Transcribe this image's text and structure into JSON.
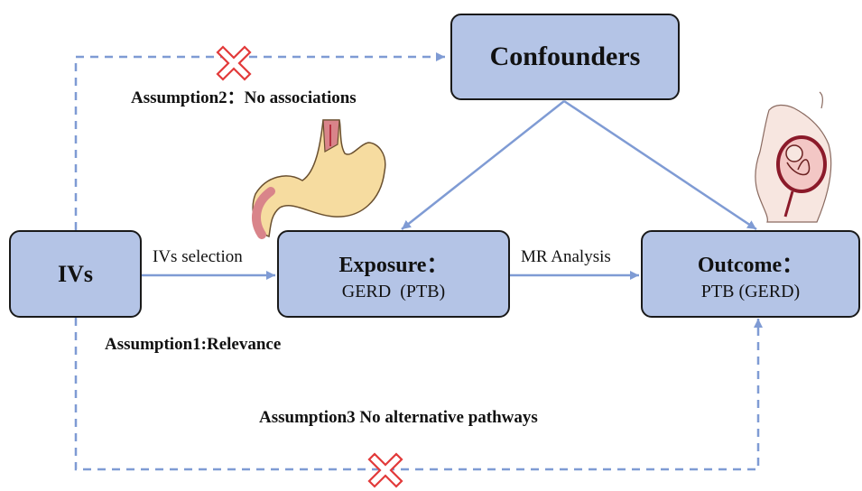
{
  "nodes": {
    "confounders": {
      "title": "Confounders"
    },
    "ivs": {
      "title": "IVs"
    },
    "exposure": {
      "title": "Exposure：",
      "subtitle": "GERD  (PTB)"
    },
    "outcome": {
      "title": "Outcome：",
      "subtitle": "PTB (GERD)"
    }
  },
  "edges": {
    "ivs_to_exposure": "IVs selection",
    "exposure_to_outcome": "MR Analysis"
  },
  "assumptions": {
    "a1": "Assumption1:Relevance",
    "a2": "Assumption2：No associations",
    "a3": "Assumption3 No alternative pathways"
  },
  "colors": {
    "node_fill": "#b4c4e6",
    "node_border": "#1a1a1a",
    "arrow": "#7f9bd4",
    "cross": "#e23a3a",
    "stomach": "#f6dca0",
    "esophagus": "#d9848a"
  },
  "icons": [
    "stomach-illustration",
    "pregnancy-illustration",
    "cross-icon"
  ]
}
